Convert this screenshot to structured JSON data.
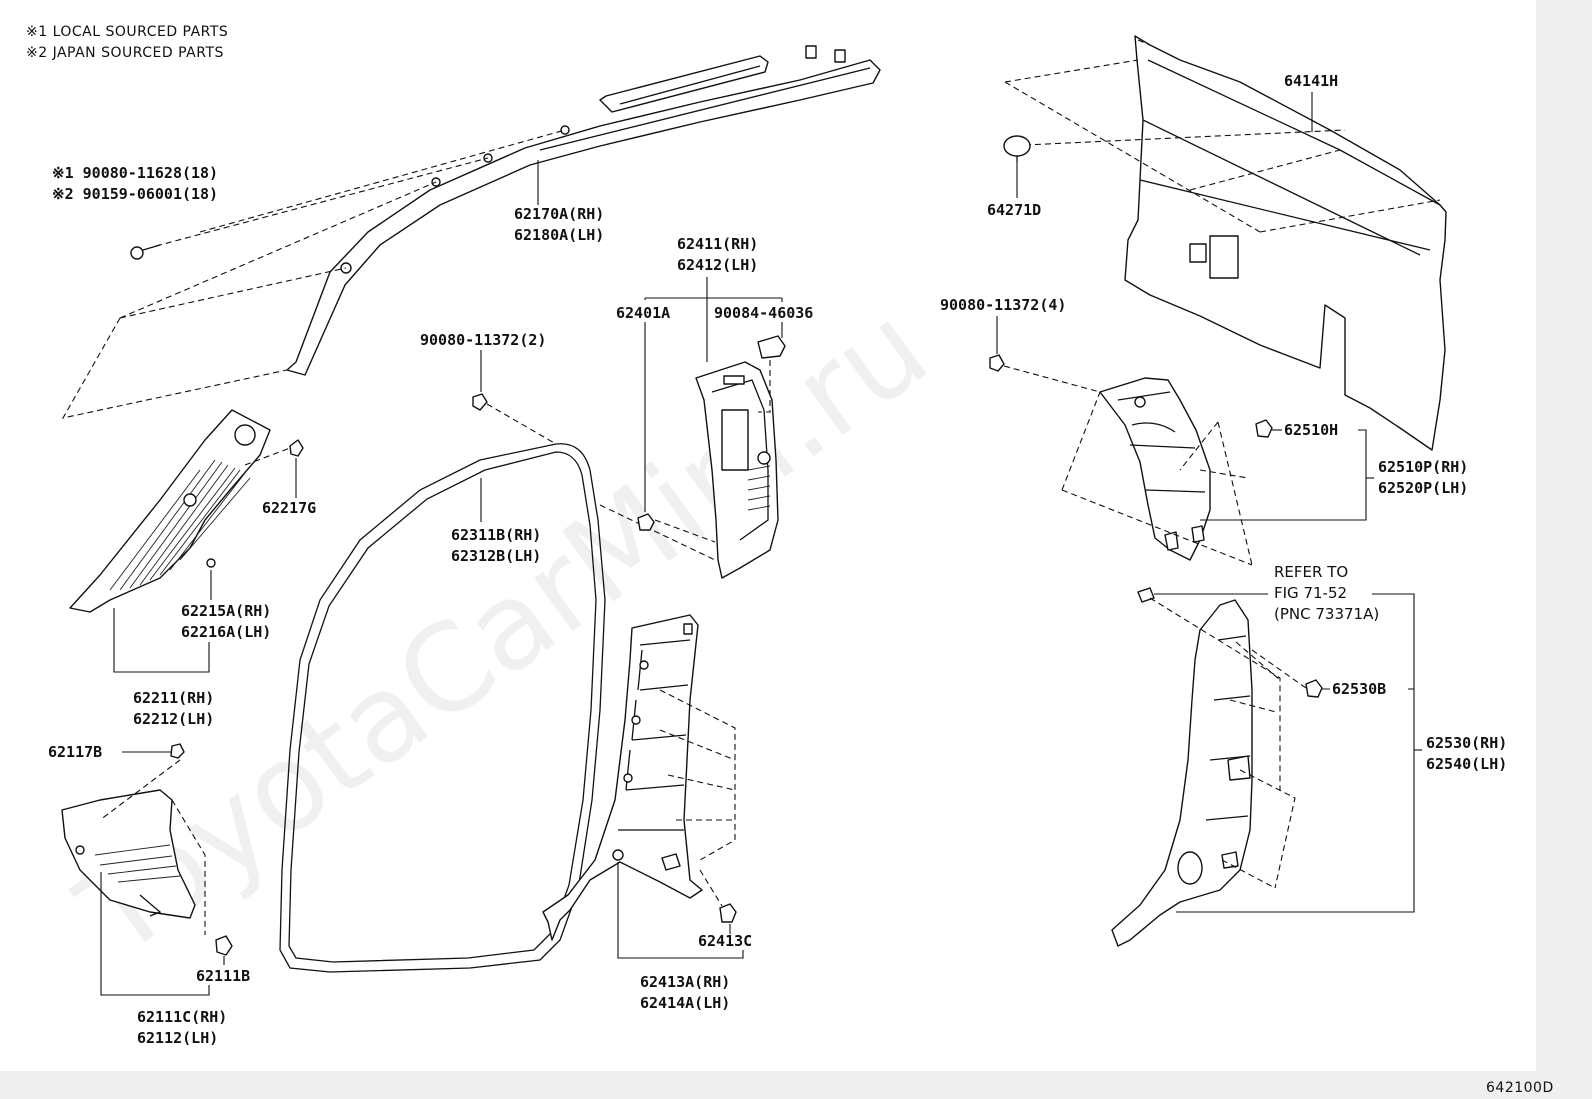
{
  "notes": [
    "※1 LOCAL SOURCED PARTS",
    "※2 JAPAN SOURCED PARTS"
  ],
  "watermark": "ToyotaCarMini.ru",
  "figure_id": "642100D",
  "labels": {
    "bolt_1": "※1 90080-11628(18)",
    "bolt_2": "※2 90159-06001(18)",
    "l62170a": "62170A(RH)",
    "l62180a": "62180A(LH)",
    "l62411": "62411(RH)",
    "l62412": "62412(LH)",
    "l62401a": "62401A",
    "l90084": "90084-46036",
    "l90080_2": "90080-11372(2)",
    "l62311b": "62311B(RH)",
    "l62312b": "62312B(LH)",
    "l62217g": "62217G",
    "l62215a": "62215A(RH)",
    "l62216a": "62216A(LH)",
    "l62211": "62211(RH)",
    "l62212": "62212(LH)",
    "l62117b": "62117B",
    "l62111b": "62111B",
    "l62111c": "62111C(RH)",
    "l62112": "62112(LH)",
    "l62413c": "62413C",
    "l62413a": "62413A(RH)",
    "l62414a": "62414A(LH)",
    "l64141h": "64141H",
    "l64271d": "64271D",
    "l90080_4": "90080-11372(4)",
    "l62510h": "62510H",
    "l62510p": "62510P(RH)",
    "l62520p": "62520P(LH)",
    "refer1": "REFER TO",
    "refer2": "FIG 71-52",
    "refer3": "(PNC 73371A)",
    "l62530b": "62530B",
    "l62530": "62530(RH)",
    "l62540": "62540(LH)"
  }
}
